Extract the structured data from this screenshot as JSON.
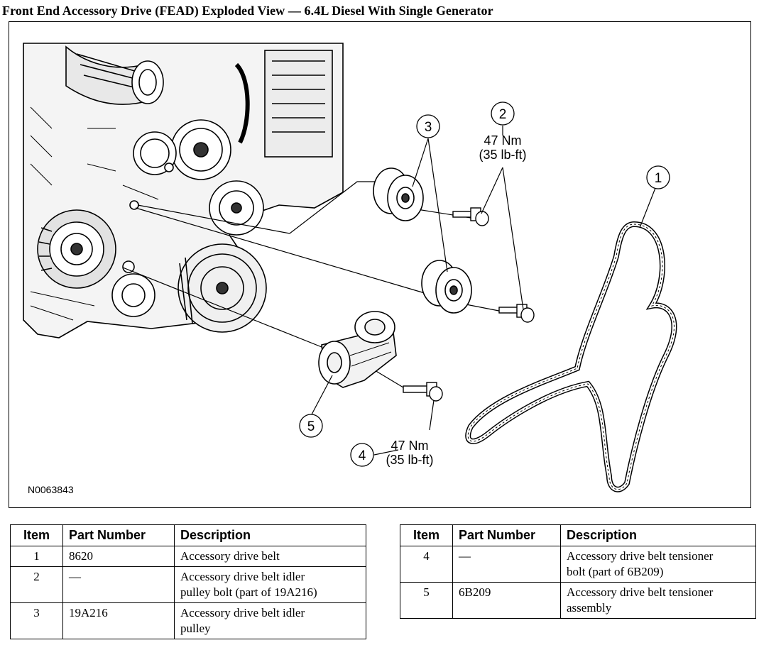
{
  "title": "Front End Accessory Drive (FEAD) Exploded View — 6.4L Diesel With Single Generator",
  "figure": {
    "id": "N0063843",
    "callouts": [
      {
        "number": "1"
      },
      {
        "number": "2",
        "torque_nm": "47 Nm",
        "torque_lbft": "(35 lb-ft)"
      },
      {
        "number": "3"
      },
      {
        "number": "4",
        "torque_nm": "47 Nm",
        "torque_lbft": "(35 lb-ft)"
      },
      {
        "number": "5"
      }
    ]
  },
  "table_headers": {
    "item": "Item",
    "part_number": "Part Number",
    "description": "Description"
  },
  "parts_left": [
    {
      "item": "1",
      "part": "8620",
      "desc1": "Accessory drive belt",
      "desc2": ""
    },
    {
      "item": "2",
      "part": "—",
      "desc1": "Accessory drive belt idler",
      "desc2": "pulley bolt (part of 19A216)"
    },
    {
      "item": "3",
      "part": "19A216",
      "desc1": "Accessory drive belt idler",
      "desc2": "pulley"
    }
  ],
  "parts_right": [
    {
      "item": "4",
      "part": "—",
      "desc1": "Accessory drive belt tensioner",
      "desc2": "bolt (part of 6B209)"
    },
    {
      "item": "5",
      "part": "6B209",
      "desc1": "Accessory drive belt tensioner",
      "desc2": "assembly"
    }
  ]
}
